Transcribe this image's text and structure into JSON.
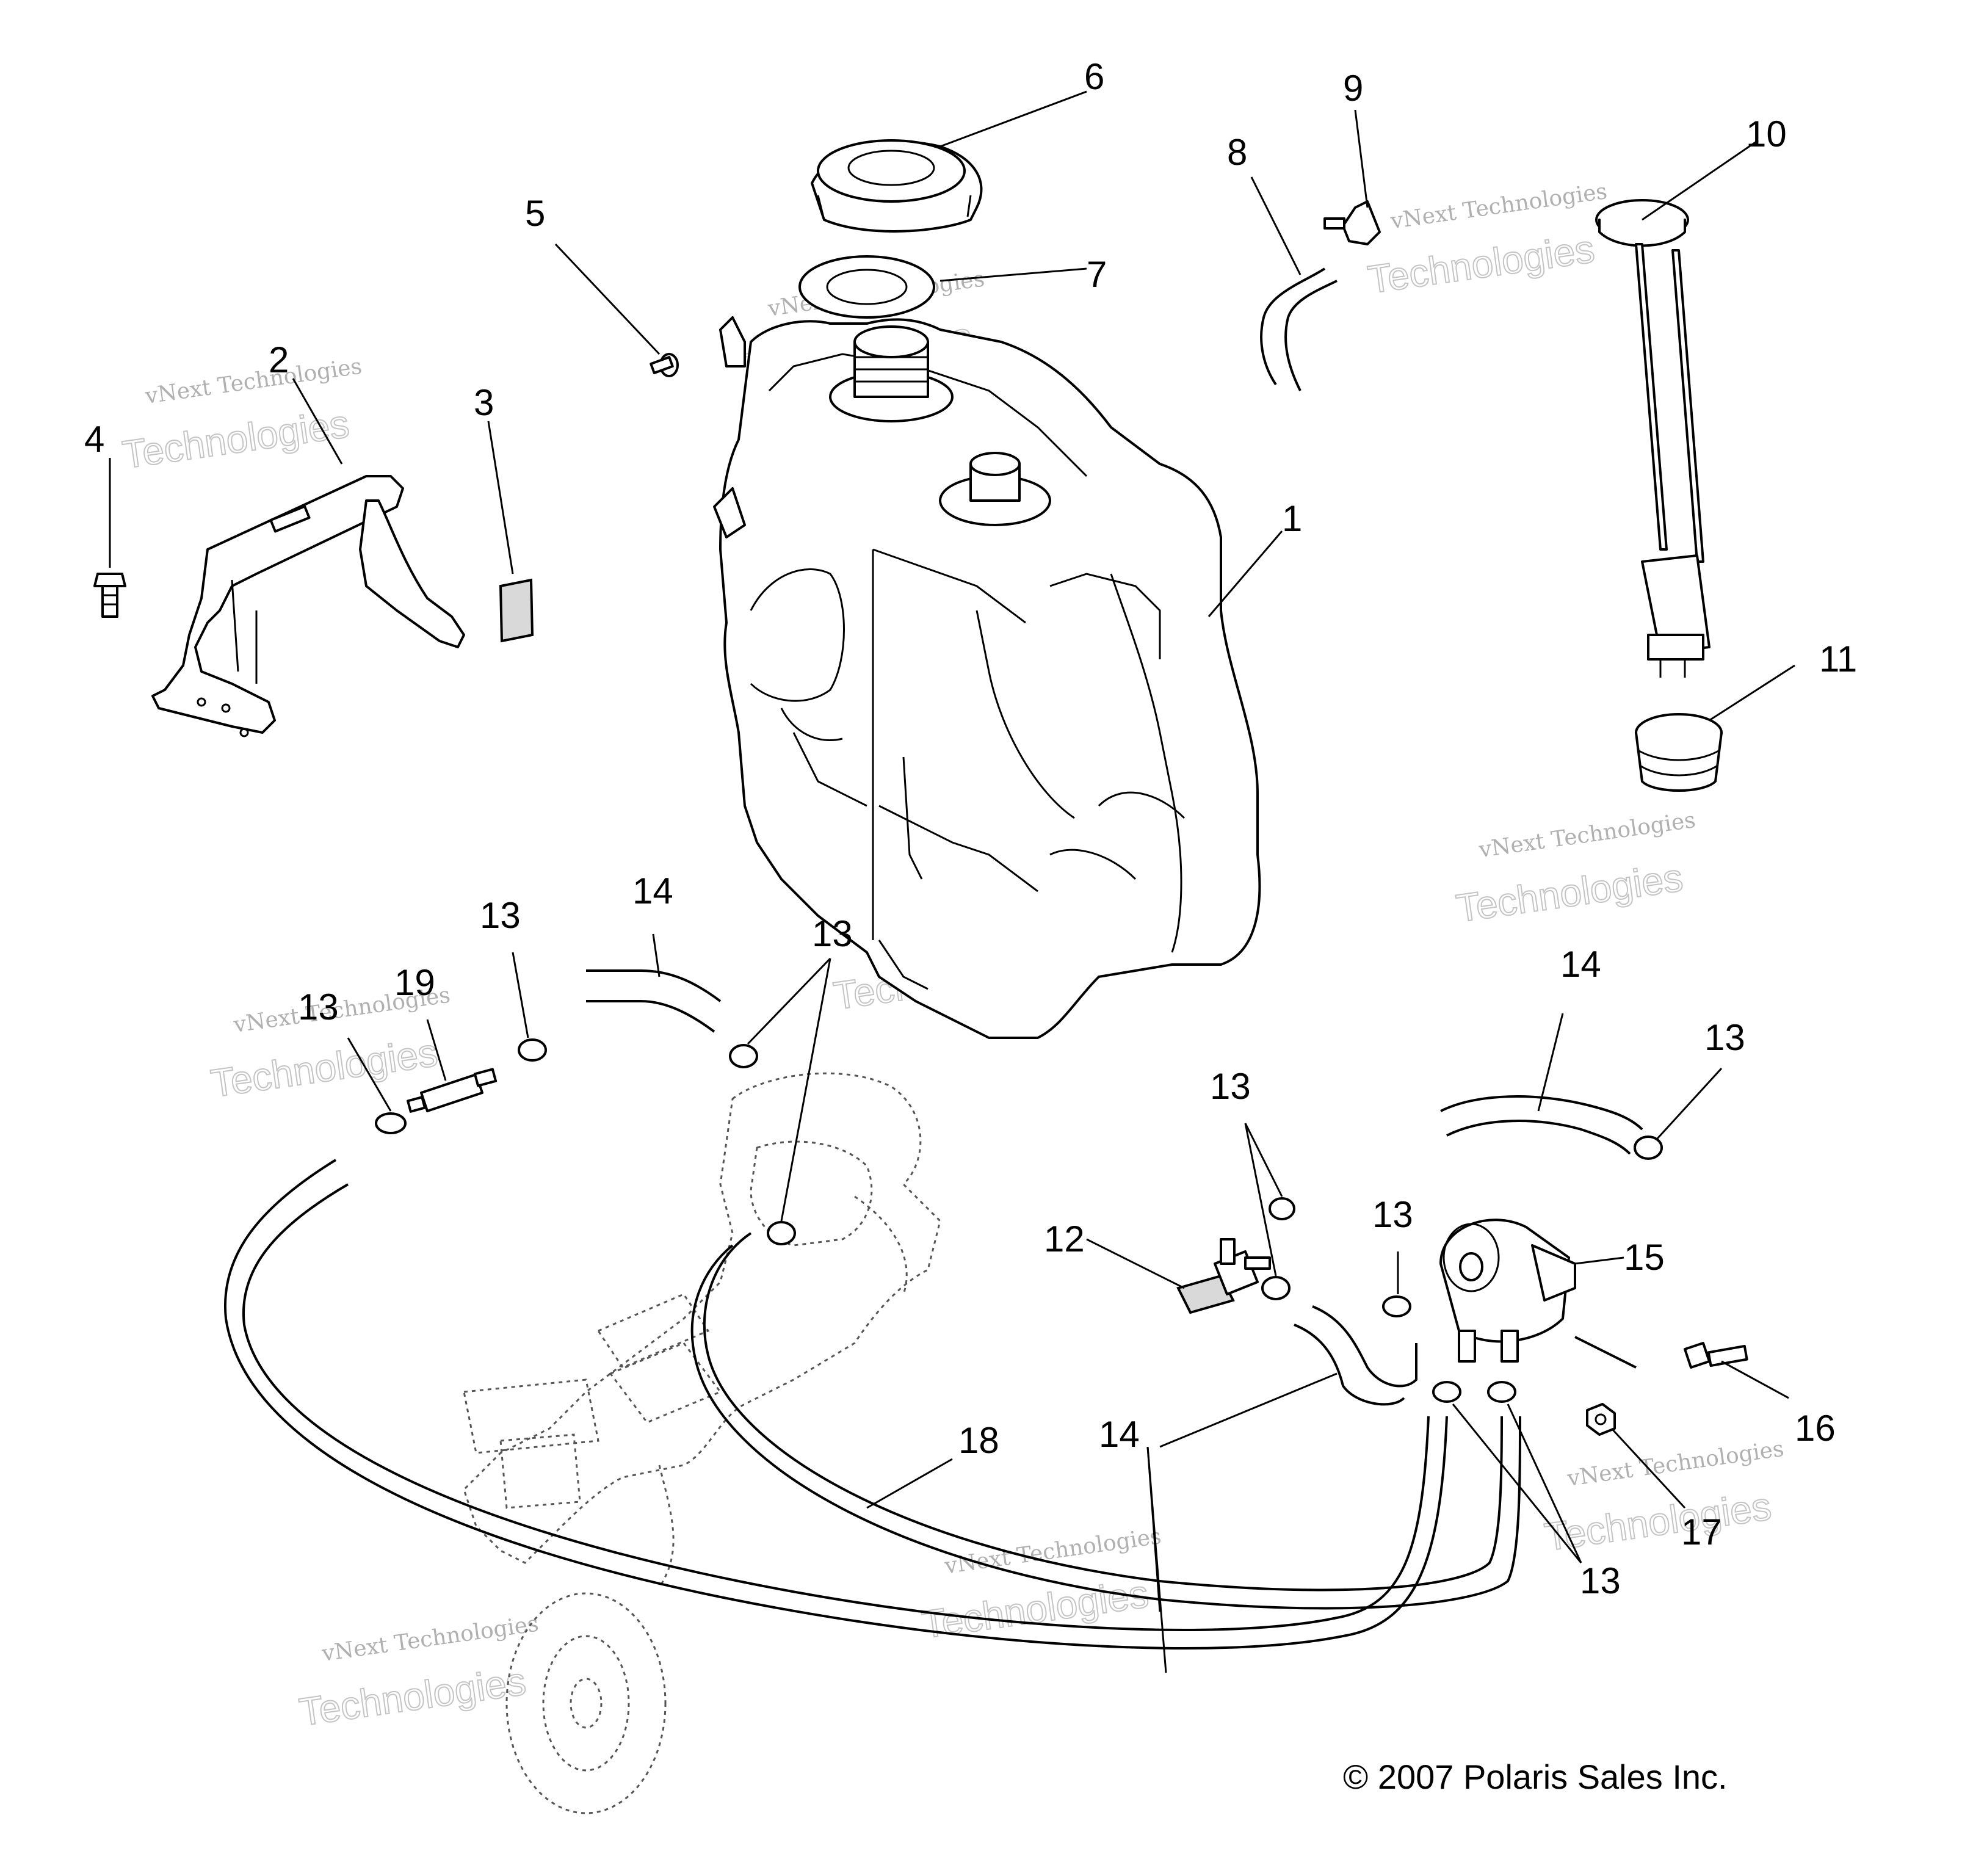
{
  "callouts": [
    {
      "id": "c1",
      "label": "1"
    },
    {
      "id": "c2",
      "label": "2"
    },
    {
      "id": "c3",
      "label": "3"
    },
    {
      "id": "c4",
      "label": "4"
    },
    {
      "id": "c5",
      "label": "5"
    },
    {
      "id": "c6",
      "label": "6"
    },
    {
      "id": "c7",
      "label": "7"
    },
    {
      "id": "c8",
      "label": "8"
    },
    {
      "id": "c9",
      "label": "9"
    },
    {
      "id": "c10",
      "label": "10"
    },
    {
      "id": "c11",
      "label": "11"
    },
    {
      "id": "c12",
      "label": "12"
    },
    {
      "id": "c13a",
      "label": "13"
    },
    {
      "id": "c13b",
      "label": "13"
    },
    {
      "id": "c13c",
      "label": "13"
    },
    {
      "id": "c13d",
      "label": "13"
    },
    {
      "id": "c13e",
      "label": "13"
    },
    {
      "id": "c13f",
      "label": "13"
    },
    {
      "id": "c13g",
      "label": "13"
    },
    {
      "id": "c14a",
      "label": "14"
    },
    {
      "id": "c14b",
      "label": "14"
    },
    {
      "id": "c14c",
      "label": "14"
    },
    {
      "id": "c15",
      "label": "15"
    },
    {
      "id": "c16",
      "label": "16"
    },
    {
      "id": "c17",
      "label": "17"
    },
    {
      "id": "c18",
      "label": "18"
    },
    {
      "id": "c19",
      "label": "19"
    }
  ],
  "watermark": {
    "line1": "vNext Technologies",
    "line2": "vNext",
    "line3": "Technologies"
  },
  "copyright": "© 2007 Polaris Sales Inc."
}
